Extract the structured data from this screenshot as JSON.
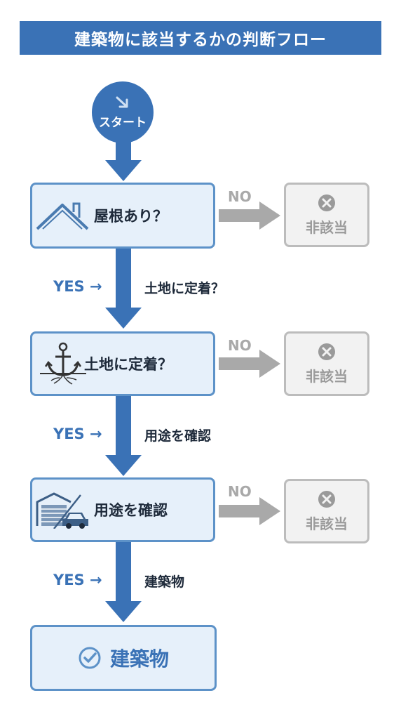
{
  "title": "建築物に該当するかの判断フロー",
  "start": {
    "label": "スタート",
    "icon": "arrow-down-right-icon"
  },
  "steps": [
    {
      "label": "屋根あり？",
      "icon": "roof-icon",
      "no_label": "NO",
      "no_result": "非該当",
      "yes_label": "YES →",
      "next_label": "土地に定着？"
    },
    {
      "label": "土地に定着？",
      "icon": "anchor-roots-icon",
      "no_label": "NO",
      "no_result": "非該当",
      "yes_label": "YES →",
      "next_label": "用途を確認"
    },
    {
      "label": "用途を確認",
      "icon": "garage-car-icon",
      "no_label": "NO",
      "no_result": "非該当",
      "yes_label": "YES →",
      "next_label": "建築物"
    }
  ],
  "result": {
    "label": "建築物",
    "icon": "check-circle-icon"
  },
  "colors": {
    "primary": "#3a72b6",
    "box_fill": "#e6f0fa",
    "box_border": "#5d92c8",
    "gray": "#a9a9a9",
    "gray_box": "#f2f2f2"
  }
}
